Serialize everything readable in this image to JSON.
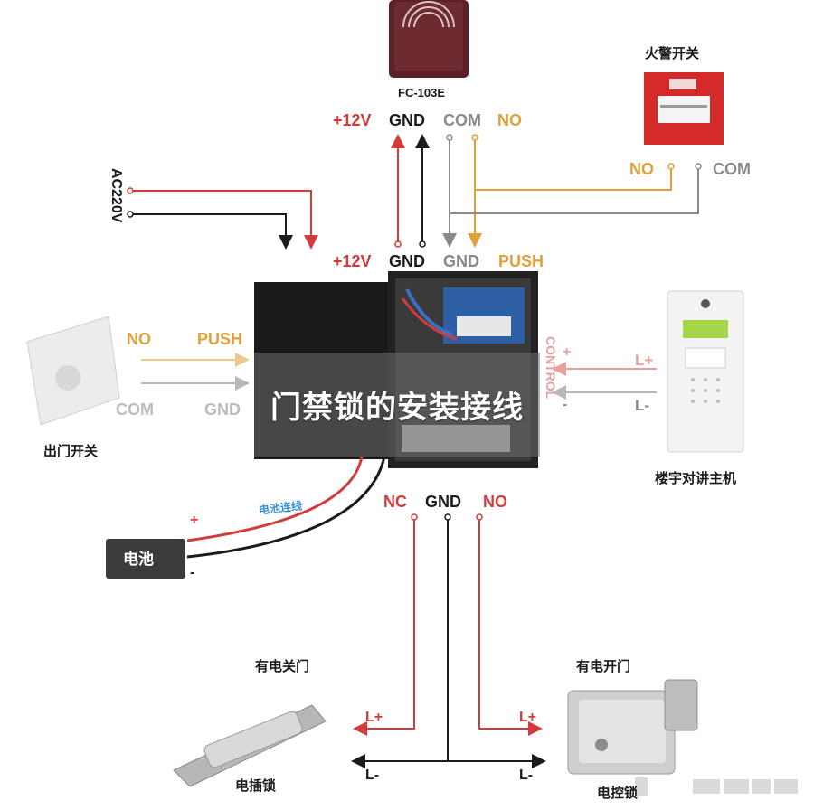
{
  "title": "门禁锁的安装接线",
  "reader": {
    "model": "FC-103E",
    "top_terminals": [
      "+12V",
      "GND",
      "COM",
      "NO"
    ]
  },
  "fire_alarm": {
    "label": "火警开关",
    "terminals": [
      "NO",
      "COM"
    ]
  },
  "power_input": {
    "label": "AC220V"
  },
  "controller": {
    "top_terminals": [
      "+12V",
      "GND",
      "GND",
      "PUSH"
    ],
    "side_label": "CONTROL",
    "bottom_terminals": [
      "NC",
      "GND",
      "NO"
    ],
    "side_plus": "+",
    "side_minus": "-"
  },
  "exit_switch": {
    "label": "出门开关",
    "terminals": [
      "NO",
      "PUSH",
      "COM",
      "GND"
    ]
  },
  "intercom": {
    "label": "楼宇对讲主机",
    "terminals": [
      "L+",
      "L-"
    ]
  },
  "battery": {
    "label": "电池",
    "cable_label": "电池连线",
    "plus": "+",
    "minus": "-"
  },
  "lock_left": {
    "caption": "有电关门",
    "name": "电插锁",
    "plus": "L+",
    "minus": "L-"
  },
  "lock_right": {
    "caption": "有电开门",
    "name": "电控锁",
    "plus": "L+",
    "minus": "L-"
  },
  "colors": {
    "red": "#d23b3b",
    "black": "#1b1b1b",
    "gray": "#8a8a8a",
    "orange": "#e0a13a",
    "overlay": "#6e6e6e"
  }
}
